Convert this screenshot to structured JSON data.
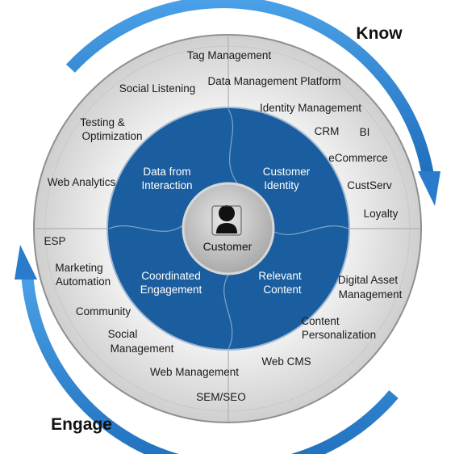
{
  "cycle": {
    "know": "Know",
    "engage": "Engage"
  },
  "center": {
    "label": "Customer",
    "icon": "customer-icon"
  },
  "quadrants": {
    "top_left": [
      "Data from",
      "Interaction"
    ],
    "top_right": [
      "Customer",
      "Identity"
    ],
    "bottom_left": [
      "Coordinated",
      "Engagement"
    ],
    "bottom_right": [
      "Relevant",
      "Content"
    ]
  },
  "outer": {
    "tag_management": "Tag Management",
    "social_listening": "Social Listening",
    "data_management_platform": "Data Management Platform",
    "identity_management": "Identity Management",
    "testing_optimization": [
      "Testing &",
      "Optimization"
    ],
    "crm": "CRM",
    "bi": "BI",
    "ecommerce": "eCommerce",
    "web_analytics": "Web Analytics",
    "custserv": "CustServ",
    "loyalty": "Loyalty",
    "esp": "ESP",
    "marketing_automation": [
      "Marketing",
      "Automation"
    ],
    "digital_asset_management": [
      "Digital Asset",
      "Management"
    ],
    "community": "Community",
    "content_personalization": [
      "Content",
      "Personalization"
    ],
    "social_management": [
      "Social",
      "Management"
    ],
    "web_cms": "Web CMS",
    "web_management": "Web Management",
    "sem_seo": "SEM/SEO"
  },
  "colors": {
    "arrow_blue": "#2f86d4",
    "inner_blue": "#1a5e9e",
    "ring_gray": "#dcdcdc",
    "hub_gray": "#b9b9b9"
  }
}
